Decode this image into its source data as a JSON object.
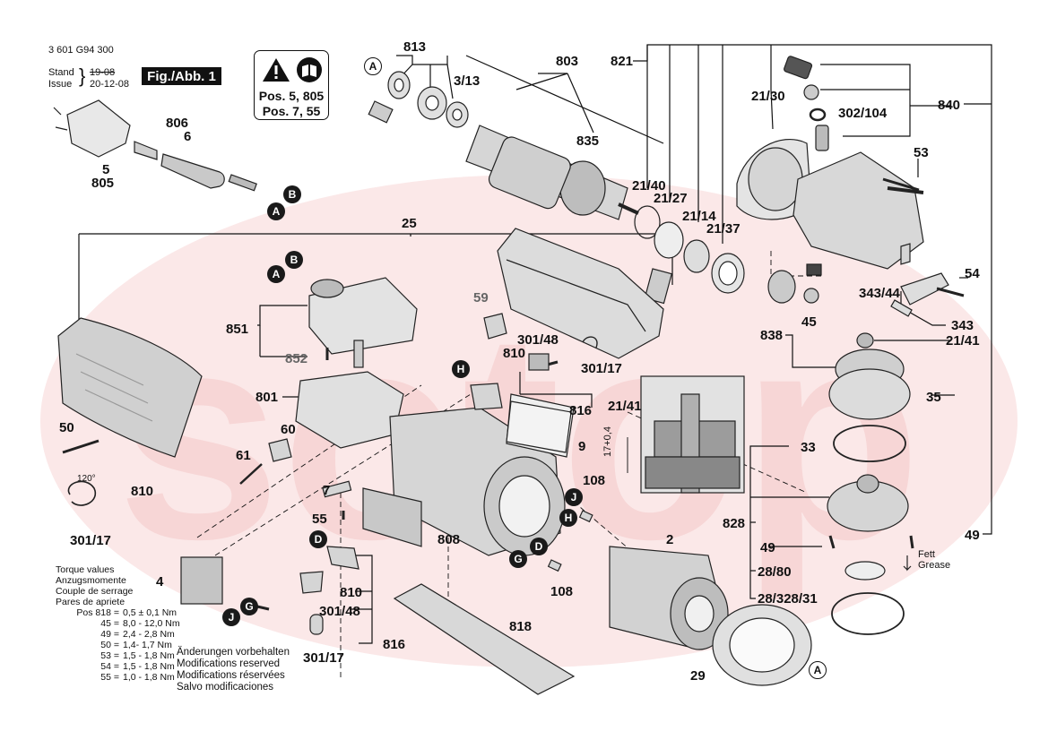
{
  "header": {
    "part_number": "3 601 G94 300",
    "stand_label": "Stand",
    "issue_label": "Issue",
    "stand_value_crossed": "19-08",
    "issue_value": "20-12-08",
    "fig_label": "Fig./Abb. 1"
  },
  "warning_box": {
    "line1": "Pos. 5, 805",
    "line2": "Pos. 7, 55"
  },
  "watermark": "sotop",
  "labels": {
    "l813": "813",
    "l803": "803",
    "l313": "3/13",
    "l835": "835",
    "l821": "821",
    "l2130": "21/30",
    "l840": "840",
    "l302104": "302/104",
    "l53": "53",
    "l2140": "21/40",
    "l2127": "21/27",
    "l2114": "21/14",
    "l2137": "21/37",
    "l806": "806",
    "l6": "6",
    "l5": "5",
    "l805": "805",
    "l25": "25",
    "l851": "851",
    "l852": "852",
    "l59": "59",
    "l30148a": "301/48",
    "l810a": "810",
    "l30117a": "301/17",
    "l816a": "816",
    "l801": "801",
    "l50": "50",
    "l60": "60",
    "l61": "61",
    "l810b": "810",
    "l30117b": "301/17",
    "l9": "9",
    "l2141a": "21/41",
    "l7": "7",
    "l55": "55",
    "l808": "808",
    "l108a": "108",
    "l2": "2",
    "l108b": "108",
    "l4": "4",
    "l810c": "810",
    "l30148b": "301/48",
    "l816b": "816",
    "l30117c": "301/17",
    "l818": "818",
    "l29": "29",
    "l54": "54",
    "l34344": "343/44",
    "l343": "343",
    "l45": "45",
    "l838": "838",
    "l2141b": "21/41",
    "l35": "35",
    "l33": "33",
    "l828": "828",
    "l49a": "49",
    "l49b": "49",
    "l2880": "28/80",
    "l2832831": "28/328/31",
    "dim": "17+0,4",
    "angle": "120°",
    "fett": "Fett",
    "grease": "Grease"
  },
  "markers": {
    "A": "A",
    "B": "B",
    "D": "D",
    "G": "G",
    "H": "H",
    "J": "J"
  },
  "torque": {
    "title_lines": [
      "Torque values",
      "Anzugsmomente",
      "Couple de serrage",
      "Pares de apriete"
    ],
    "rows": [
      {
        "pos": "Pos 818 =",
        "val": "0,5 ± 0,1 Nm"
      },
      {
        "pos": "45 =",
        "val": "8,0 - 12,0 Nm"
      },
      {
        "pos": "49 =",
        "val": "2,4 - 2,8 Nm"
      },
      {
        "pos": "50 =",
        "val": "1,4- 1,7 Nm"
      },
      {
        "pos": "53 =",
        "val": "1,5 - 1,8 Nm"
      },
      {
        "pos": "54 =",
        "val": "1,5 - 1,8 Nm"
      },
      {
        "pos": "55 =",
        "val": "1,0 - 1,8 Nm"
      }
    ]
  },
  "changes": [
    "Änderungen vorbehalten",
    "Modifications reserved",
    "Modifications réservées",
    "Salvo modificaciones"
  ]
}
